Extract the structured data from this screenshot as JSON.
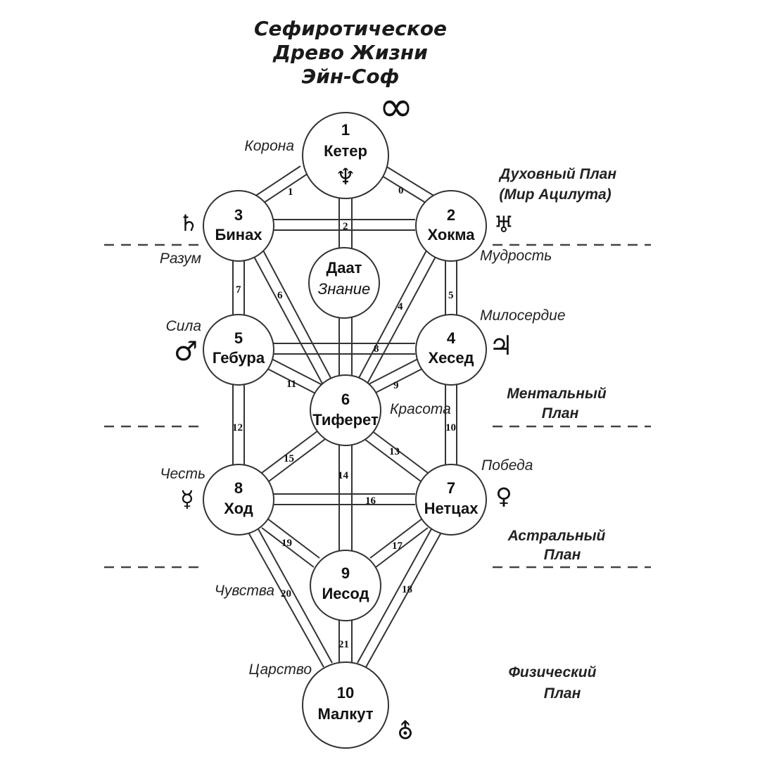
{
  "title": {
    "line1": "Сефиротическое",
    "line2": "Древо Жизни",
    "line3": "Эйн-Соф"
  },
  "infinity_symbol": "∞",
  "sephirot": [
    {
      "id": "keter",
      "number": "1",
      "name": "Кетер",
      "symbol": "♆"
    },
    {
      "id": "hokma",
      "number": "2",
      "name": "Хокма",
      "symbol": "♅"
    },
    {
      "id": "binah",
      "number": "3",
      "name": "Бинах",
      "symbol": "♄"
    },
    {
      "id": "hesed",
      "number": "4",
      "name": "Хесед",
      "symbol": "♃"
    },
    {
      "id": "gebura",
      "number": "5",
      "name": "Гебура",
      "symbol": "♂"
    },
    {
      "id": "tiferet",
      "number": "6",
      "name": "Тиферет",
      "symbol": ""
    },
    {
      "id": "netzah",
      "number": "7",
      "name": "Нетцах",
      "symbol": "♀"
    },
    {
      "id": "hod",
      "number": "8",
      "name": "Ход",
      "symbol": "☿"
    },
    {
      "id": "yesod",
      "number": "9",
      "name": "Иесод",
      "symbol": ""
    },
    {
      "id": "malkut",
      "number": "10",
      "name": "Малкут",
      "symbol": "⛢"
    }
  ],
  "daat": {
    "name": "Даат",
    "subtitle": "Знание"
  },
  "attributes": {
    "keter": "Корона",
    "binah": "Разум",
    "hokma": "Мудрость",
    "gebura": "Сила",
    "hesed": "Милосердие",
    "tiferet": "Красота",
    "hod": "Честь",
    "netzah": "Победа",
    "yesod": "Чувства",
    "malkut": "Царство"
  },
  "planes": {
    "spiritual_1": "Духовный План",
    "spiritual_2": "(Мир Ацилута)",
    "mental_1": "Ментальный",
    "mental_2": "План",
    "astral_1": "Астральный",
    "astral_2": "План",
    "physical_1": "Физический",
    "physical_2": "План"
  },
  "paths": {
    "p0": "0",
    "p1": "1",
    "p2": "2",
    "p4": "4",
    "p5": "5",
    "p6": "6",
    "p7": "7",
    "p8": "8",
    "p9": "9",
    "p10": "10",
    "p11": "11",
    "p12": "12",
    "p13": "13",
    "p14": "14",
    "p15": "15",
    "p16": "16",
    "p17": "17",
    "p18": "18",
    "p19": "19",
    "p20": "20",
    "p21": "21"
  }
}
